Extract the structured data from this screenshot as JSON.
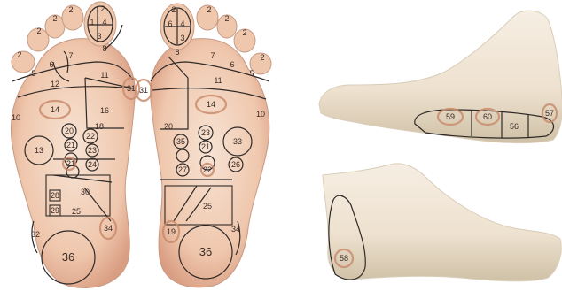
{
  "colors": {
    "skin": "#efc7ad",
    "skin_dark": "#d99d82",
    "skin_light": "#f7e3d4",
    "line": "#2f2a28",
    "highlight": "#c98c6c",
    "side_skin": "#f2e6d6",
    "side_shadow": "#cfc1a6"
  },
  "left_foot_labels": {
    "toe1": "2",
    "toe2": "2",
    "toe3": "2",
    "toe4": "2",
    "toe5": "2",
    "toe_a": "1",
    "toe_b": "4",
    "toe_c": "3",
    "t5": "5",
    "t6": "6",
    "t7": "7",
    "t8": "8",
    "z12": "12",
    "z11": "11",
    "z10": "10",
    "z14": "14",
    "z31": "31",
    "z13": "13",
    "z20": "20",
    "z21a": "21",
    "z21b": "21",
    "z22": "22",
    "z23": "23",
    "z24": "24",
    "z18": "18",
    "z16": "16",
    "z28": "28",
    "z25": "25",
    "z29": "29",
    "z30": "30",
    "z34": "34",
    "z36": "36",
    "z32": "32"
  },
  "right_foot_labels": {
    "toe1": "2",
    "toe2": "2",
    "toe3": "2",
    "toe4": "2",
    "toe5": "2",
    "toe_a": "6",
    "toe_b": "4",
    "toe_c": "3",
    "t5": "5",
    "t6": "6",
    "t7": "7",
    "t8": "8",
    "z11": "11",
    "z10": "10",
    "z14": "14",
    "z31": "31",
    "z35": "35",
    "z33": "33",
    "z23": "23",
    "z22": "22",
    "z26": "26",
    "z27": "27",
    "z21": "21",
    "z25": "25",
    "z19": "19",
    "z36": "36",
    "z34": "34",
    "z20": "20"
  },
  "side_top_labels": [
    "59",
    "60",
    "56",
    "57"
  ],
  "side_bottom_labels": [
    "58"
  ]
}
